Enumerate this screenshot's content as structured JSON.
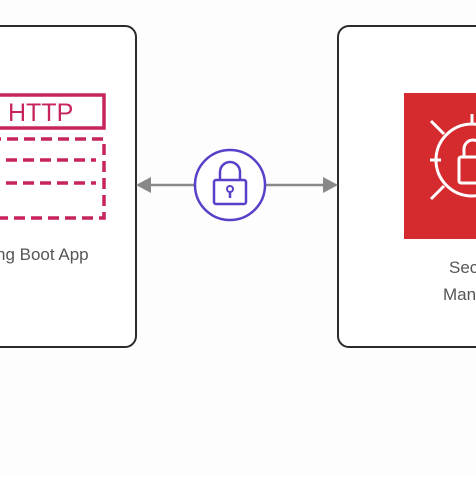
{
  "colors": {
    "http_accent": "#C7245F",
    "lock_accent": "#5A3FC8",
    "secrets_red": "#D62B2E",
    "arrow_gray": "#888888",
    "box_border": "#2b2b2b"
  },
  "left_node": {
    "icon": "http-protocol-icon",
    "badge_text": "HTTP",
    "label": "ng Boot App"
  },
  "connector": {
    "icon": "padlock-icon"
  },
  "right_node": {
    "icon": "secrets-manager-icon",
    "label_line1": "Sec",
    "label_line2": "Man"
  }
}
